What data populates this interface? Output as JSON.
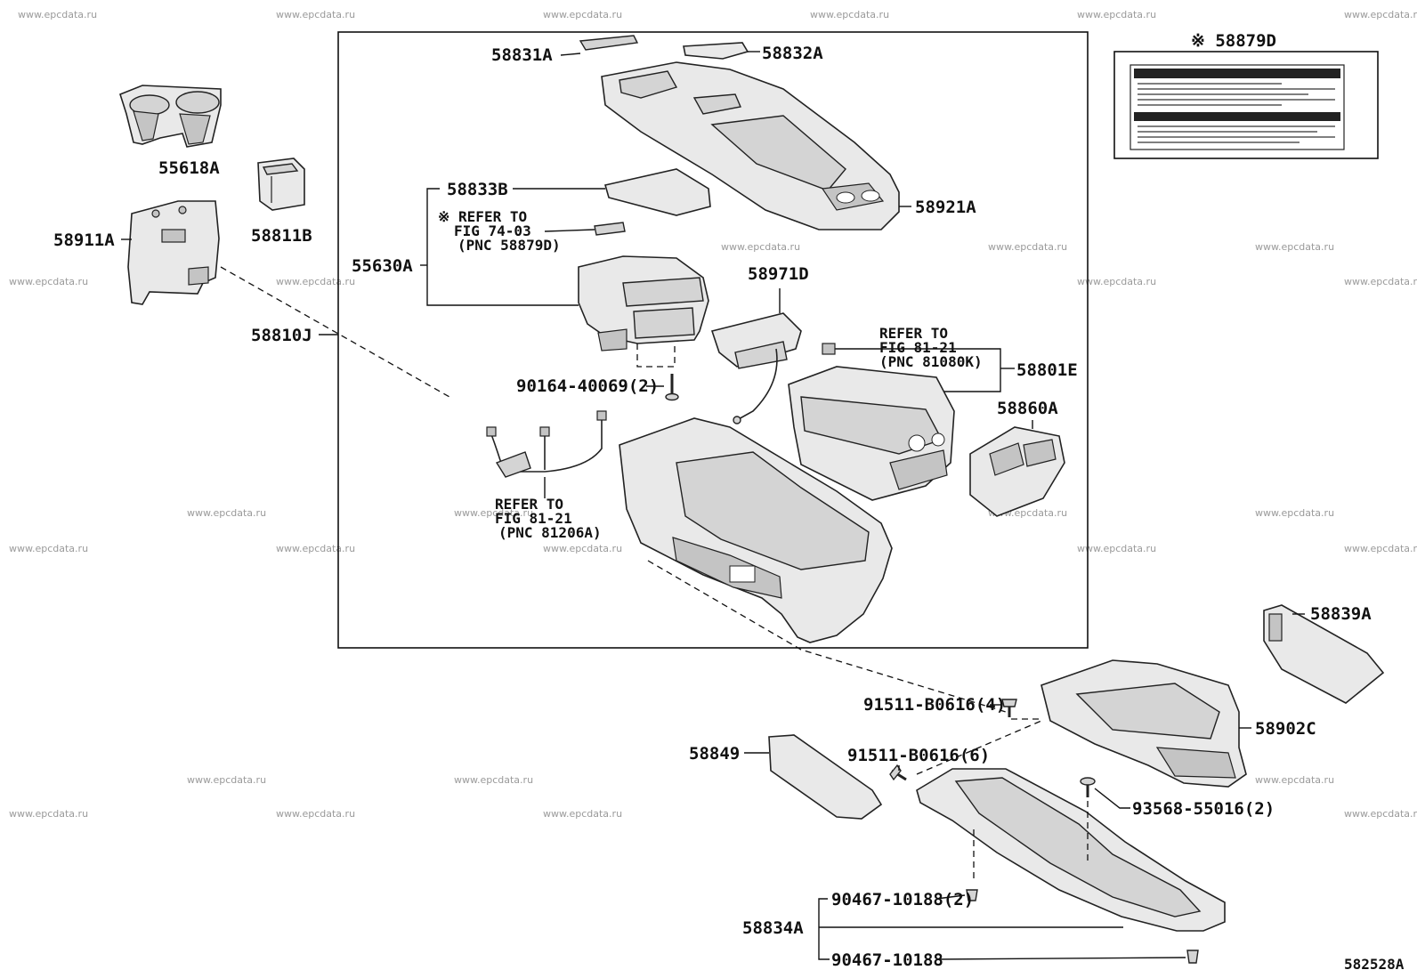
{
  "diagram": {
    "figure_id": "582528A",
    "watermark": "www.epcdata.ru",
    "parts": [
      {
        "id": "58831A",
        "label": "58831A"
      },
      {
        "id": "58832A",
        "label": "58832A"
      },
      {
        "id": "58879D",
        "label": "※ 58879D"
      },
      {
        "id": "55618A",
        "label": "55618A"
      },
      {
        "id": "58911A",
        "label": "58911A"
      },
      {
        "id": "58811B",
        "label": "58811B"
      },
      {
        "id": "58833B",
        "label": "58833B"
      },
      {
        "id": "58921A",
        "label": "58921A"
      },
      {
        "id": "55630A",
        "label": "55630A"
      },
      {
        "id": "58971D",
        "label": "58971D"
      },
      {
        "id": "58810J",
        "label": "58810J"
      },
      {
        "id": "58801E",
        "label": "58801E"
      },
      {
        "id": "90164-40069",
        "label": "90164-40069(2)"
      },
      {
        "id": "58860A",
        "label": "58860A"
      },
      {
        "id": "58839A",
        "label": "58839A"
      },
      {
        "id": "91511-B0616-4",
        "label": "91511-B0616(4)"
      },
      {
        "id": "58902C",
        "label": "58902C"
      },
      {
        "id": "58849",
        "label": "58849"
      },
      {
        "id": "91511-B0616-6",
        "label": "91511-B0616(6)"
      },
      {
        "id": "93568-55016",
        "label": "93568-55016(2)"
      },
      {
        "id": "90467-10188-2",
        "label": "90467-10188(2)"
      },
      {
        "id": "58834A",
        "label": "58834A"
      },
      {
        "id": "90467-10188",
        "label": "90467-10188"
      }
    ],
    "refs": {
      "ref1": [
        "※ REFER TO",
        "FIG 74-03",
        "(PNC 58879D)"
      ],
      "ref2": [
        "REFER TO",
        "FIG 81-21",
        "(PNC 81080K)"
      ],
      "ref3": [
        "REFER TO",
        "FIG 81-21",
        "(PNC 81206A)"
      ]
    }
  }
}
